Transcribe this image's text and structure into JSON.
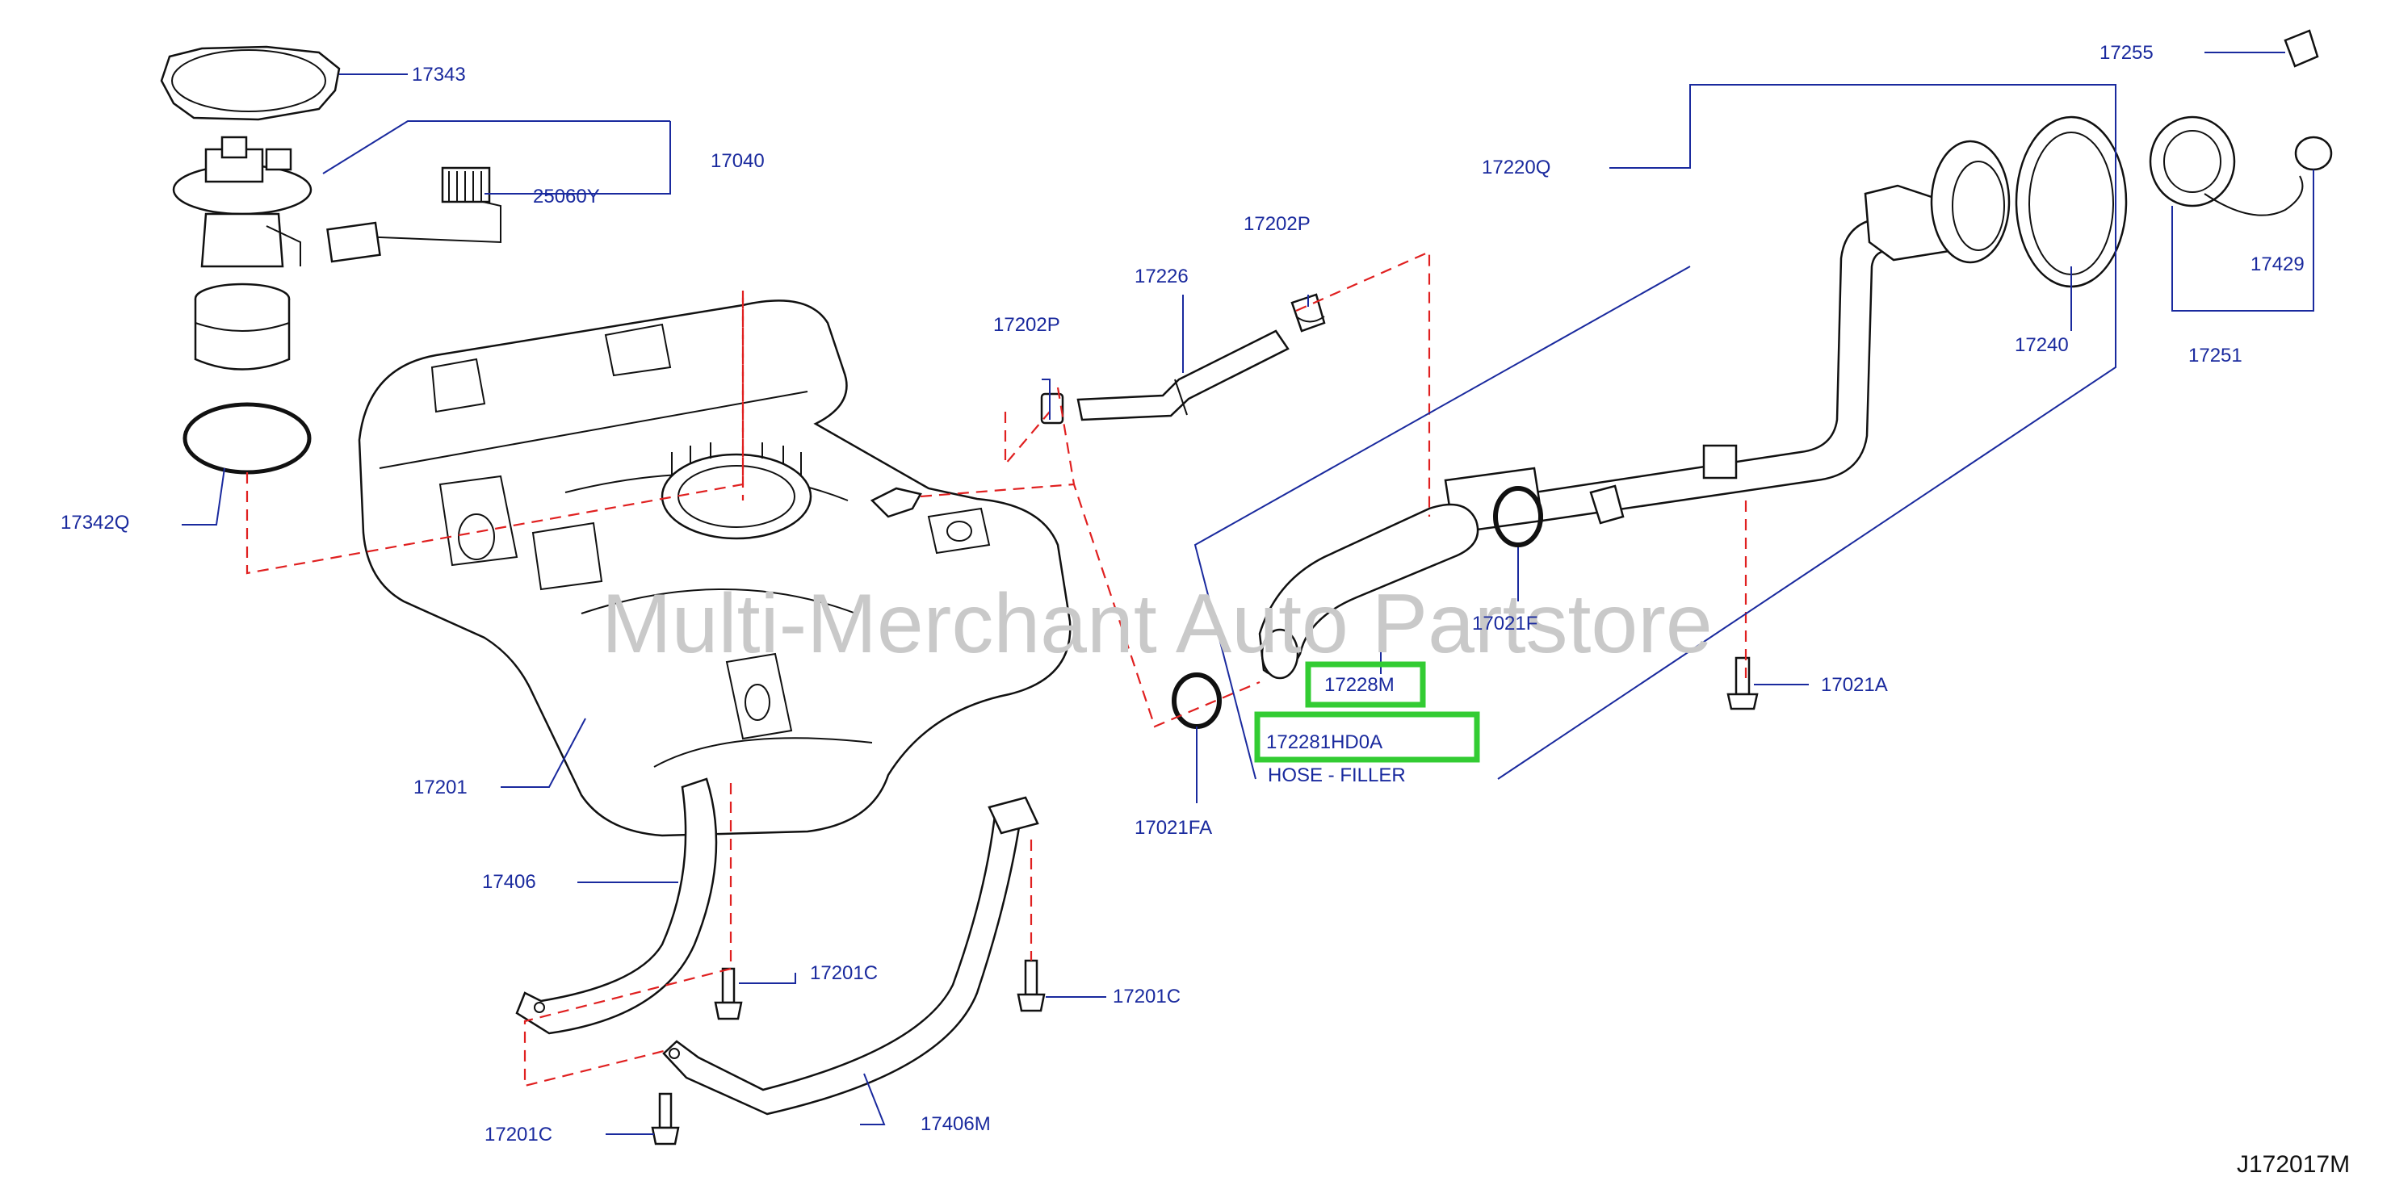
{
  "diagram_code": "J172017M",
  "watermark": "Multi-Merchant Auto Partstore",
  "highlighted": {
    "part_number": "172281HD0A",
    "description": "HOSE - FILLER",
    "callout": "17228M",
    "highlight_color": "#33cc33"
  },
  "labels": {
    "p17343": "17343",
    "p17040": "17040",
    "p25060Y": "25060Y",
    "p17342Q": "17342Q",
    "p17202P_a": "17202P",
    "p17202P_b": "17202P",
    "p17226": "17226",
    "p17220Q": "17220Q",
    "p17240": "17240",
    "p17255": "17255",
    "p17429": "17429",
    "p17251": "17251",
    "p17021F": "17021F",
    "p17021A": "17021A",
    "p17021FA": "17021FA",
    "p17201": "17201",
    "p17406": "17406",
    "p17201C_a": "17201C",
    "p17201C_b": "17201C",
    "p17201C_c": "17201C",
    "p17406M": "17406M"
  },
  "colors": {
    "label_text": "#1a2a9e",
    "leader": "#1a2a9e",
    "dashed_guide": "#e02020",
    "outline": "#111111",
    "watermark": "#c9c9c9"
  }
}
